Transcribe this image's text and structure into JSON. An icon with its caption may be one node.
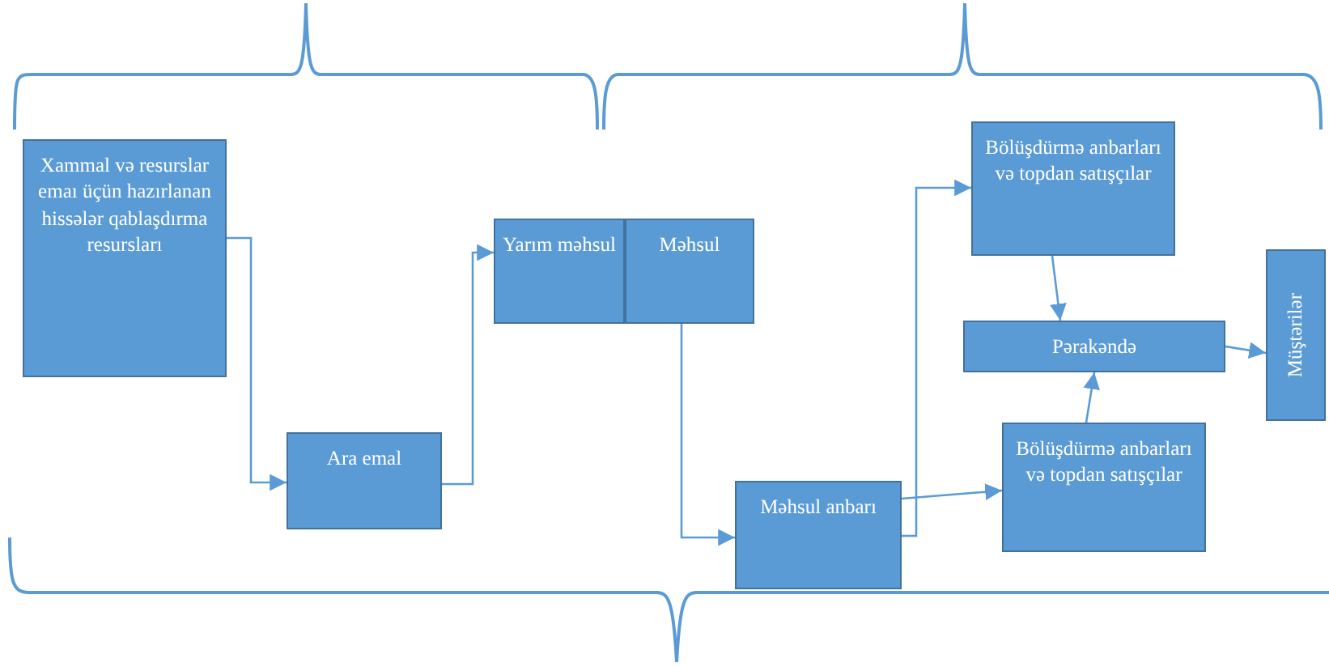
{
  "diagram": {
    "nodes": [
      {
        "text": [
          "Xammal və resurslar emaı üçün hazırlanan hissələr qablaşdırma resursları"
        ]
      },
      {
        "text": [
          "Ara emal"
        ]
      },
      {
        "text": [
          "Yarım məhsul"
        ]
      },
      {
        "text": [
          "Məhsul"
        ]
      },
      {
        "text": [
          "Məhsul anbarı"
        ]
      },
      {
        "text": [
          "Bölüşdürmə anbarları və topdan satışçılar"
        ]
      },
      {
        "text": [
          "Pərakəndə"
        ]
      },
      {
        "text": [
          "Bölüşdürmə anbarları və topdan satışçılar"
        ]
      },
      {
        "text": [
          "Müştərilər"
        ]
      }
    ],
    "edges": [
      {
        "from": 0,
        "to": 1,
        "arrow": "to"
      },
      {
        "from": 1,
        "to": 2,
        "arrow": "to"
      },
      {
        "from": 3,
        "to": 4,
        "arrow": "to"
      },
      {
        "from": 4,
        "to": 5,
        "arrow": "to"
      },
      {
        "from": 4,
        "to": 7,
        "arrow": "to"
      },
      {
        "from": 5,
        "to": 6,
        "arrow": "to"
      },
      {
        "from": 7,
        "to": 6,
        "arrow": "to"
      },
      {
        "from": 6,
        "to": 8,
        "arrow": "to"
      }
    ]
  }
}
